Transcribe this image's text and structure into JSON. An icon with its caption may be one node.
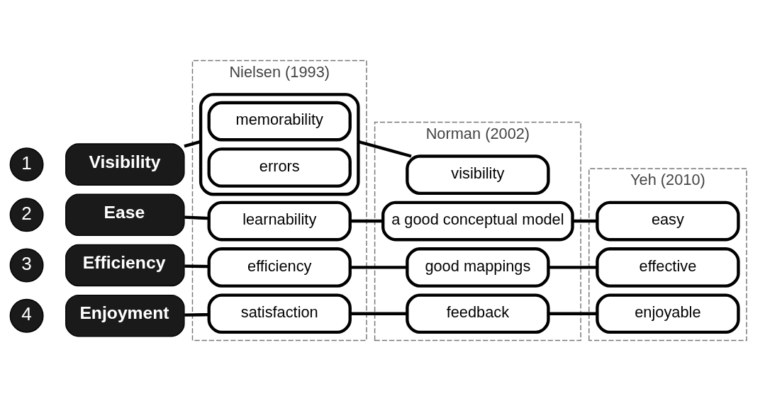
{
  "diagram": {
    "nodes": [
      {
        "text": [
          "Nielsen (1993)"
        ]
      },
      {
        "text": [
          "Norman (2002)"
        ]
      },
      {
        "text": [
          "Yeh (2010)"
        ]
      },
      {
        "text": [
          "1"
        ]
      },
      {
        "text": [
          "Visibility"
        ]
      },
      {
        "text": [],
        "shape": "box",
        "in": 0
      },
      {
        "text": [
          "memorability"
        ],
        "in": 5
      },
      {
        "text": [
          "errors"
        ],
        "in": 5
      },
      {
        "text": [
          "visibility"
        ],
        "in": 1
      },
      {
        "text": [
          "2"
        ]
      },
      {
        "text": [
          "Ease"
        ]
      },
      {
        "text": [
          "learnability"
        ],
        "in": 0
      },
      {
        "text": [
          "a good conceptual model"
        ],
        "in": 1
      },
      {
        "text": [
          "easy"
        ],
        "in": 2
      },
      {
        "text": [
          "3"
        ]
      },
      {
        "text": [
          "Efficiency"
        ]
      },
      {
        "text": [
          "efficiency"
        ],
        "in": 0
      },
      {
        "text": [
          "good mappings"
        ],
        "in": 1
      },
      {
        "text": [
          "effective"
        ],
        "in": 2
      },
      {
        "text": [
          "4"
        ]
      },
      {
        "text": [
          "Enjoyment"
        ]
      },
      {
        "text": [
          "satisfaction"
        ],
        "in": 0
      },
      {
        "text": [
          "feedback"
        ],
        "in": 1
      },
      {
        "text": [
          "enjoyable"
        ],
        "in": 2
      }
    ],
    "edges": [
      {
        "from": 4,
        "to": 5,
        "arrow": "none"
      },
      {
        "from": 5,
        "to": 8,
        "arrow": "none"
      },
      {
        "from": 10,
        "to": 11,
        "arrow": "none"
      },
      {
        "from": 11,
        "to": 12,
        "arrow": "none"
      },
      {
        "from": 12,
        "to": 13,
        "arrow": "none"
      },
      {
        "from": 15,
        "to": 16,
        "arrow": "none"
      },
      {
        "from": 16,
        "to": 17,
        "arrow": "none"
      },
      {
        "from": 17,
        "to": 18,
        "arrow": "none"
      },
      {
        "from": 20,
        "to": 21,
        "arrow": "none"
      },
      {
        "from": 21,
        "to": 22,
        "arrow": "none"
      },
      {
        "from": 22,
        "to": 23,
        "arrow": "none"
      }
    ]
  }
}
